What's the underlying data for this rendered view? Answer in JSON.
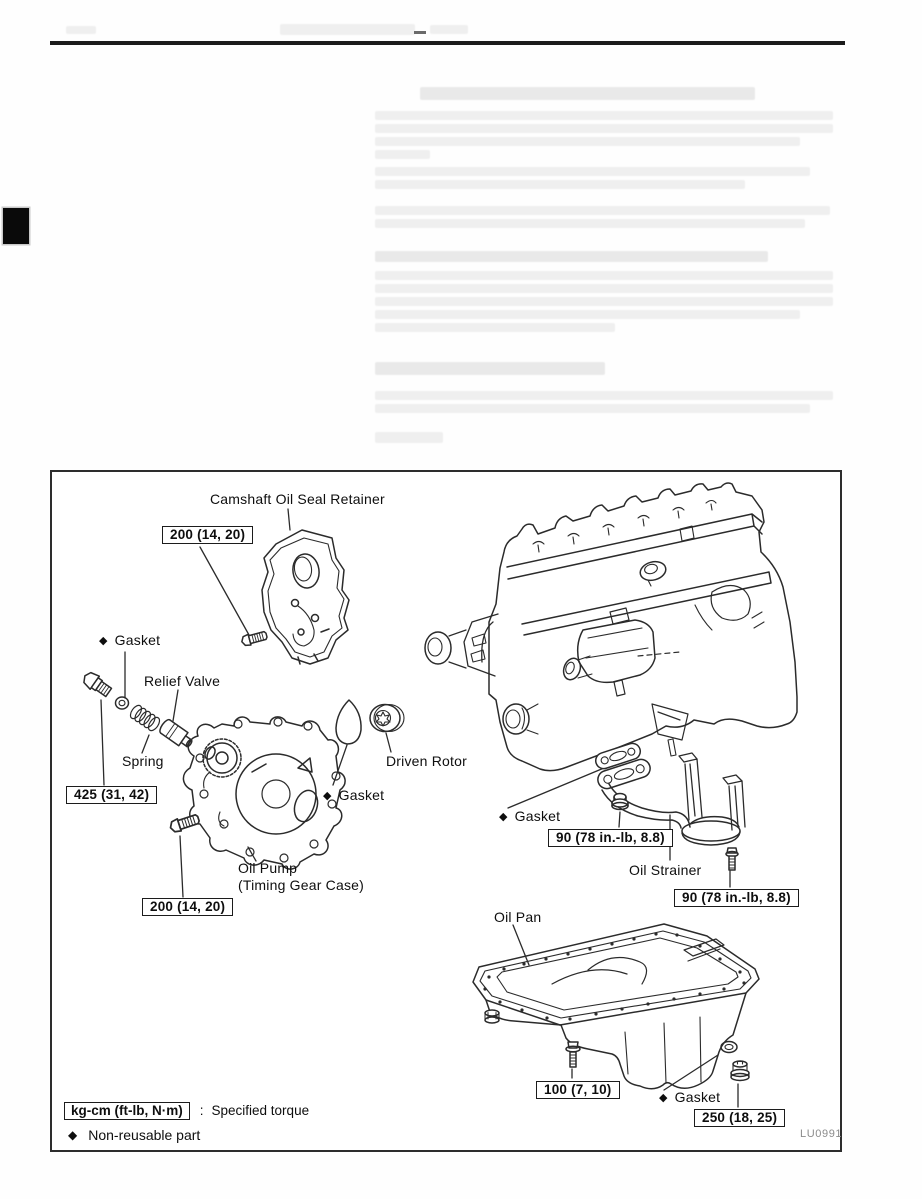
{
  "figure": {
    "code": "LU0991",
    "diamond": "◆",
    "parts": {
      "camshaft_oil_seal_retainer": "Camshaft Oil Seal Retainer",
      "gasket": "Gasket",
      "relief_valve": "Relief Valve",
      "spring": "Spring",
      "oil_pump": "Oil Pump",
      "oil_pump_sub": "(Timing Gear Case)",
      "driven_rotor": "Driven Rotor",
      "oil_strainer": "Oil Strainer",
      "oil_pan": "Oil Pan"
    },
    "torques": {
      "camshaft_retainer_bolt": "200 (14, 20)",
      "relief_valve_plug": "425 (31, 42)",
      "oil_pump_bolt": "200 (14, 20)",
      "oil_strainer_nut": "90 (78 in.-lb, 8.8)",
      "oil_strainer_bolt": "90 (78 in.-lb, 8.8)",
      "oil_pan_bolt": "100 (7, 10)",
      "drain_plug": "250 (18, 25)"
    },
    "legend": {
      "torque_unit_box": "kg-cm (ft-lb, N·m)",
      "colon": ":",
      "torque_meaning": "Specified torque",
      "nonreusable_meaning": "Non-reusable part"
    }
  }
}
